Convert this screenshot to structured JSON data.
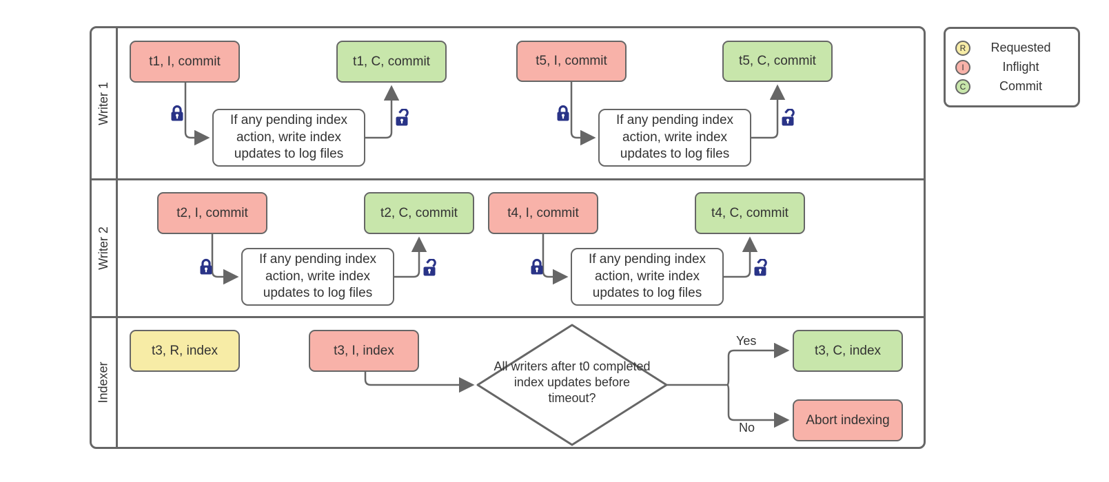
{
  "diagram": {
    "lanes": [
      {
        "label": "Writer 1"
      },
      {
        "label": "Writer 2"
      },
      {
        "label": "Indexer"
      }
    ],
    "nodes": [
      {
        "label": "t1, I, commit",
        "type": "inflight"
      },
      {
        "label": "t1, C, commit",
        "type": "commit"
      },
      {
        "label": "t5, I, commit",
        "type": "inflight"
      },
      {
        "label": "t5, C, commit",
        "type": "commit"
      },
      {
        "label": "t2, I, commit",
        "type": "inflight"
      },
      {
        "label": "t2, C, commit",
        "type": "commit"
      },
      {
        "label": "t4, I, commit",
        "type": "inflight"
      },
      {
        "label": "t4, C, commit",
        "type": "commit"
      },
      {
        "label": "t3, R, index",
        "type": "requested"
      },
      {
        "label": "t3, I, index",
        "type": "inflight"
      },
      {
        "label": "t3, C, index",
        "type": "commit"
      },
      {
        "label": "Abort indexing",
        "type": "inflight"
      }
    ],
    "process_text": "If any pending index action, write index updates to log files",
    "decision": {
      "text": "All writers after t0 completed index updates before timeout?",
      "yes_label": "Yes",
      "no_label": "No"
    }
  },
  "legend": {
    "items": [
      {
        "letter": "R",
        "label": "Requested",
        "color": "#f7eca6"
      },
      {
        "letter": "I",
        "label": "Inflight",
        "color": "#f8b2a9"
      },
      {
        "letter": "C",
        "label": "Commit",
        "color": "#c8e6ab"
      }
    ]
  },
  "colors": {
    "requested": "#f7eca6",
    "inflight": "#f8b2a9",
    "commit": "#c8e6ab",
    "stroke": "#666666",
    "lock": "#293387",
    "text": "#333333"
  }
}
